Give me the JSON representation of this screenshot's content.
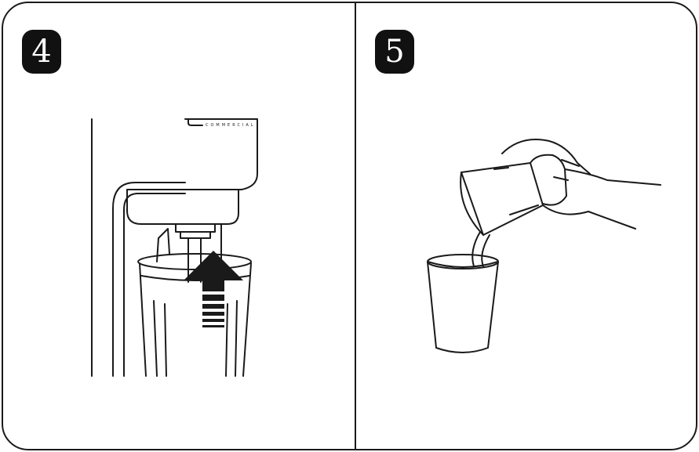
{
  "steps": [
    {
      "number": "4",
      "illustration": "blender-cup-being-raised-onto-spindle",
      "brand_text": "COMMERCIAL"
    },
    {
      "number": "5",
      "illustration": "hand-pouring-cup-into-glass"
    }
  ],
  "colors": {
    "line": "#1a1a1a",
    "badge": "#111111",
    "badge_text": "#ffffff",
    "panel_bg": "#ffffff"
  }
}
